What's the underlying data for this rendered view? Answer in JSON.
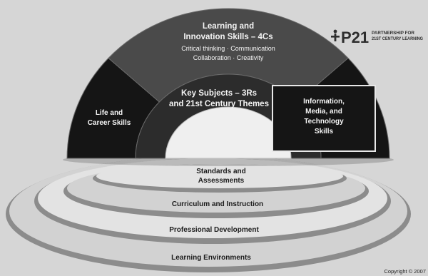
{
  "logo": {
    "mark": "P21",
    "line1": "PARTNERSHIP FOR",
    "line2": "21ST CENTURY LEARNING"
  },
  "rainbow": {
    "learning_innovation": {
      "title_lines": [
        "Learning and",
        "Innovation Skills – 4Cs"
      ],
      "sub_lines": [
        "Critical thinking · Communication",
        "Collaboration · Creativity"
      ]
    },
    "life_career": {
      "lines": [
        "Life and",
        "Career Skills"
      ]
    },
    "key_subjects": {
      "lines": [
        "Key Subjects – 3Rs",
        "and 21st Century Themes"
      ]
    },
    "info_media_tech": {
      "lines": [
        "Information,",
        "Media, and",
        "Technology",
        "Skills"
      ]
    }
  },
  "support_systems": [
    {
      "lines": [
        "Standards and",
        "Assessments"
      ]
    },
    {
      "lines": [
        "Curriculum and Instruction"
      ]
    },
    {
      "lines": [
        "Professional Development"
      ]
    },
    {
      "lines": [
        "Learning Environments"
      ]
    }
  ],
  "copyright": "Copyright © 2007",
  "colors": {
    "background": "#d6d6d6",
    "outer_side_segments": "#151515",
    "top_segment": "#4a4a4a",
    "middle_band": "#2c2c2c",
    "inner_dome": "#efefef",
    "ring_rim": "#8c8c8c",
    "ring_face_a": "#d2d2d2",
    "ring_face_b": "#e3e3e3"
  }
}
